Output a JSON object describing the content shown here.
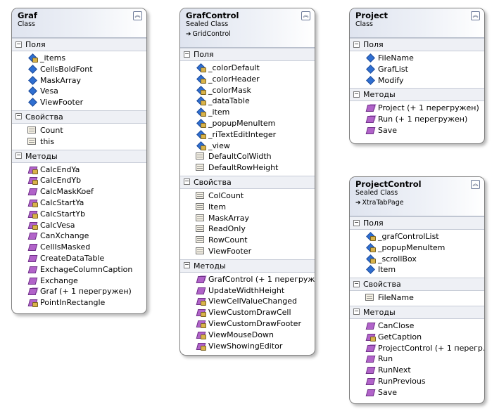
{
  "classes": {
    "graf": {
      "name": "Graf",
      "kind": "Class",
      "sections": {
        "fields_title": "Поля",
        "fields": [
          "_items",
          "CellsBoldFont",
          "MaskArray",
          "Vesa",
          "ViewFooter"
        ],
        "props_title": "Свойства",
        "props": [
          "Count",
          "this"
        ],
        "methods_title": "Методы",
        "methods": [
          "CalcEndYa",
          "CalcEndYb",
          "CalcMaskKoef",
          "CalcStartYa",
          "CalcStartYb",
          "CalcVesa",
          "CanXchange",
          "CellIsMasked",
          "CreateDataTable",
          "ExchageColumnCaption",
          "Exchange",
          "Graf (+ 1 перегружен)",
          "PointInRectangle"
        ]
      }
    },
    "grafcontrol": {
      "name": "GrafControl",
      "kind": "Sealed Class",
      "base": "GridControl",
      "sections": {
        "fields_title": "Поля",
        "fields": [
          "_colorDefault",
          "_colorHeader",
          "_colorMask",
          "_dataTable",
          "_item",
          "_popupMenuItem",
          "_riTextEditInteger",
          "_view",
          "DefaultColWidth",
          "DefaultRowHeight"
        ],
        "props_title": "Свойства",
        "props": [
          "ColCount",
          "Item",
          "MaskArray",
          "ReadOnly",
          "RowCount",
          "ViewFooter"
        ],
        "methods_title": "Методы",
        "methods": [
          "GrafControl (+ 1 перегруж...",
          "UpdateWidthHeight",
          "ViewCellValueChanged",
          "ViewCustomDrawCell",
          "ViewCustomDrawFooter",
          "ViewMouseDown",
          "ViewShowingEditor"
        ]
      }
    },
    "project": {
      "name": "Project",
      "kind": "Class",
      "sections": {
        "fields_title": "Поля",
        "fields": [
          "FileName",
          "GrafList",
          "Modify"
        ],
        "methods_title": "Методы",
        "methods": [
          "Project (+ 1 перегружен)",
          "Run (+ 1 перегружен)",
          "Save"
        ]
      }
    },
    "projectcontrol": {
      "name": "ProjectControl",
      "kind": "Sealed Class",
      "base": "XtraTabPage",
      "sections": {
        "fields_title": "Поля",
        "fields": [
          "_grafControlList",
          "_popupMenuItem",
          "_scrollBox",
          "Item"
        ],
        "props_title": "Свойства",
        "props": [
          "FileName"
        ],
        "methods_title": "Методы",
        "methods": [
          "CanClose",
          "GetCaption",
          "ProjectControl (+ 1 перегр...",
          "Run",
          "RunNext",
          "RunPrevious",
          "Save"
        ]
      }
    }
  },
  "icons": {
    "field": "field-icon",
    "private_field": "private-field-icon",
    "property": "property-icon",
    "method": "method-icon",
    "private_method": "private-method-icon",
    "collapse": "double-chevron-up-icon",
    "section_toggle": "minus-box-icon",
    "inheritance": "inheritance-arrow-icon"
  },
  "colors": {
    "field": "#2f6fd1",
    "method": "#b163c9",
    "header_gradient": "#dfe4ef",
    "section_bg": "#eef0f5"
  }
}
